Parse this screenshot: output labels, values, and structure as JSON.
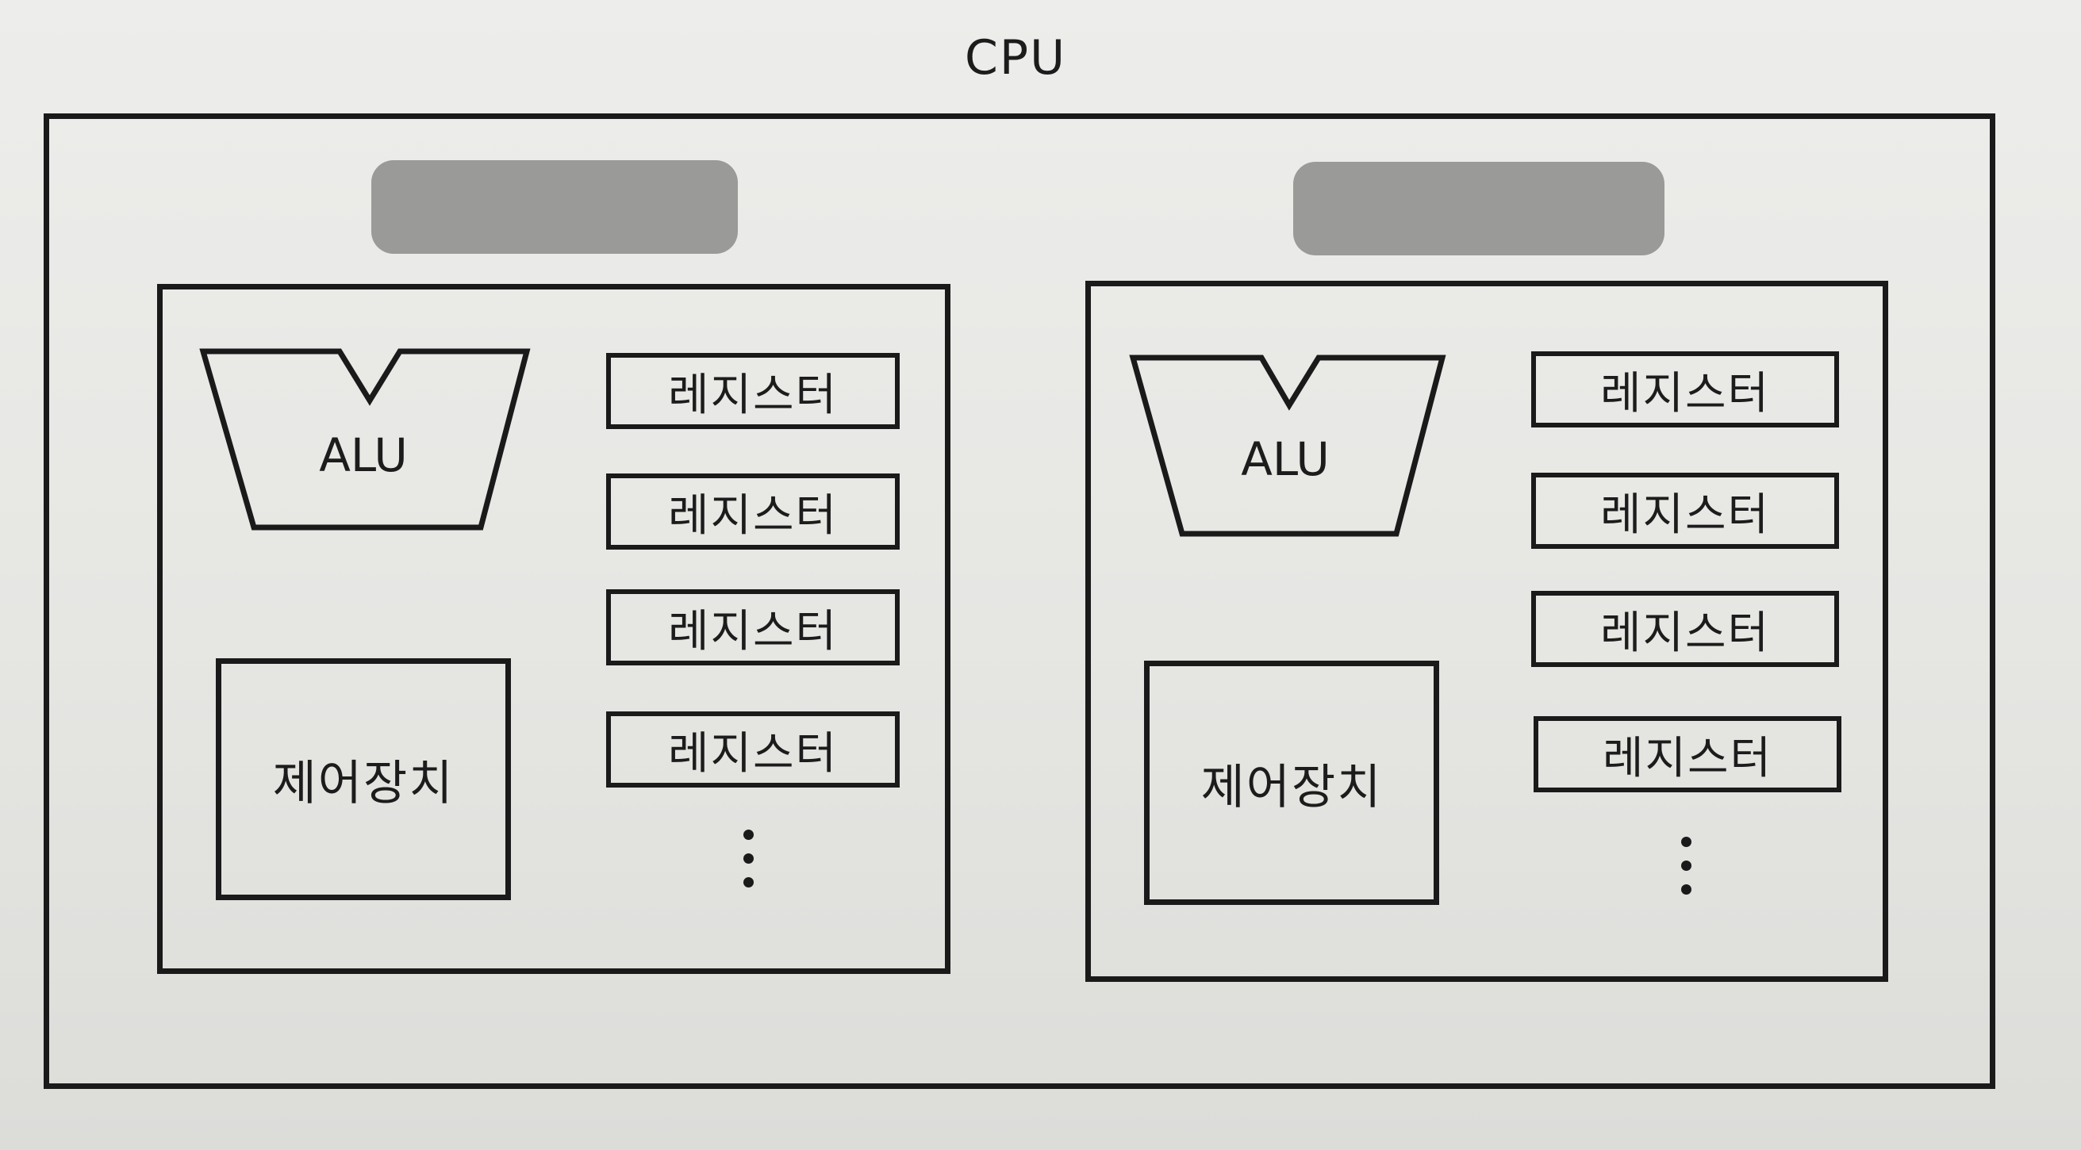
{
  "title": "CPU",
  "cores": [
    {
      "alu_label": "ALU",
      "registers": [
        "레지스터",
        "레지스터",
        "레지스터",
        "레지스터"
      ],
      "more_indicator": "⋮",
      "control_unit_label": "제어장치"
    },
    {
      "alu_label": "ALU",
      "registers": [
        "레지스터",
        "레지스터",
        "레지스터",
        "레지스터"
      ],
      "more_indicator": "⋮",
      "control_unit_label": "제어장치"
    }
  ],
  "colors": {
    "ink": "#1a1a1a",
    "paper": "#e9e9e7",
    "tag_fill": "#8c8c8a"
  }
}
